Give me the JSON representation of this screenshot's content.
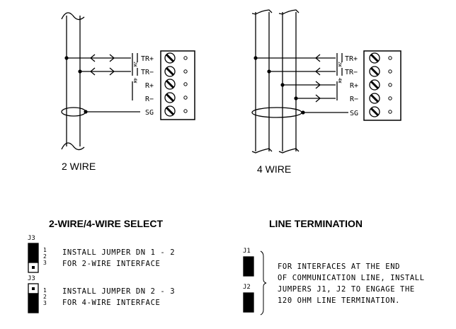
{
  "diagrams": {
    "two_wire": {
      "title": "2 WIRE",
      "terminals": [
        "TR+",
        "TR−",
        "R+",
        "R−",
        "SG"
      ],
      "marker_2w": "2W",
      "marker_4w": "4W"
    },
    "four_wire": {
      "title": "4 WIRE",
      "terminals": [
        "TR+",
        "TR−",
        "R+",
        "R−",
        "SG"
      ],
      "marker_2w": "2W",
      "marker_4w": "4W"
    }
  },
  "wire_select": {
    "heading": "2-WIRE/4-WIRE SELECT",
    "options": [
      {
        "jumper_label": "J3",
        "pins": [
          "1",
          "2",
          "3"
        ],
        "jumper_on": "1-2",
        "line1": "INSTALL JUMPER DN 1 - 2",
        "line2": "FOR 2-WIRE INTERFACE"
      },
      {
        "jumper_label": "J3",
        "pins": [
          "1",
          "2",
          "3"
        ],
        "jumper_on": "2-3",
        "line1": "INSTALL JUMPER DN 2 - 3",
        "line2": "FOR 4-WIRE INTERFACE"
      }
    ]
  },
  "line_termination": {
    "heading": "LINE TERMINATION",
    "jumpers": [
      "J1",
      "J2"
    ],
    "lines": [
      "FOR INTERFACES AT THE END",
      "OF COMMUNICATION LINE, INSTALL",
      "JUMPERS J1, J2 TO ENGAGE THE",
      "120 OHM LINE TERMINATION."
    ]
  }
}
